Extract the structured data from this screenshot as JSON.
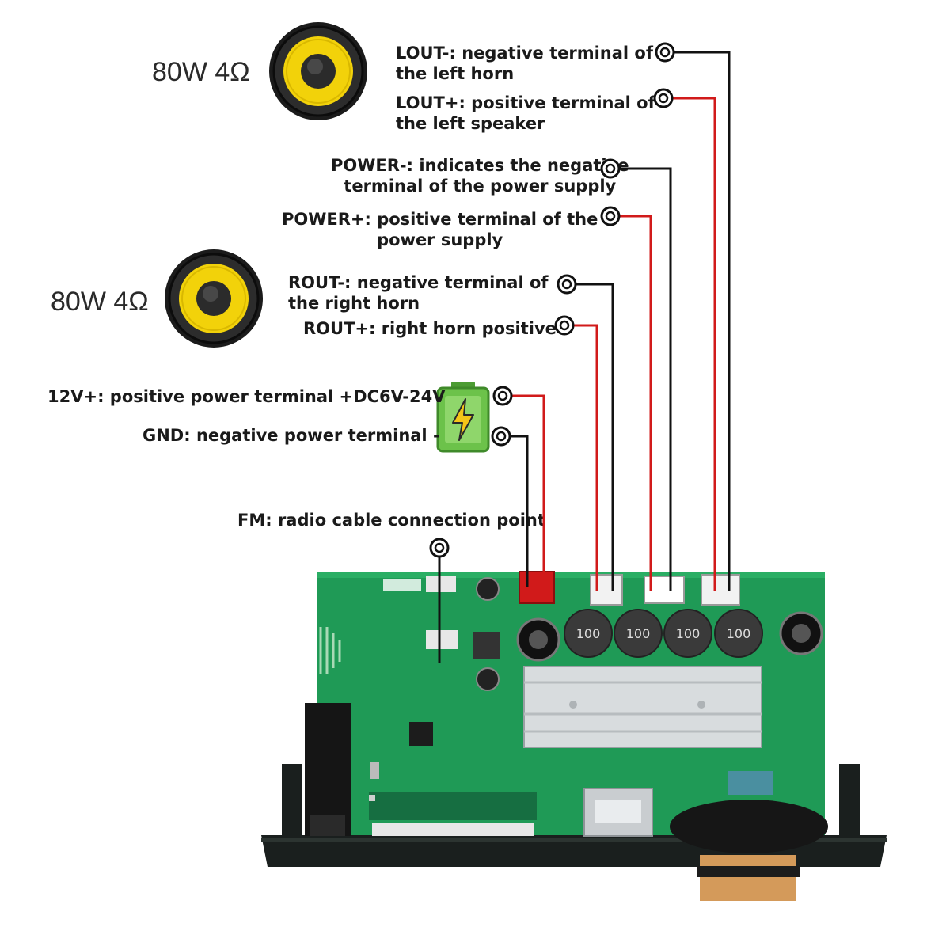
{
  "speakers": [
    {
      "rating": "80W 4Ω",
      "icon": "speaker-icon"
    },
    {
      "rating": "80W 4Ω",
      "icon": "speaker-icon"
    }
  ],
  "labels": {
    "lout_minus": [
      "LOUT-: negative terminal of",
      "the left horn"
    ],
    "lout_plus": [
      "LOUT+: positive terminal of",
      "the left speaker"
    ],
    "power_minus": [
      "POWER-: indicates the negative",
      "terminal of the power supply"
    ],
    "power_plus": [
      "POWER+: positive terminal of the",
      "power supply"
    ],
    "rout_minus": [
      "ROUT-: negative terminal of",
      "the right horn"
    ],
    "rout_plus": "ROUT+: right horn positive",
    "v12_plus": "12V+: positive power terminal +DC6V-24V",
    "gnd": "GND: negative power terminal -",
    "fm": "FM: radio cable connection point"
  },
  "board": {
    "inductor_marking": "100"
  },
  "colors": {
    "board": "#1f9a56",
    "wire_black": "#111111",
    "wire_red": "#d11a1a",
    "speaker_cone": "#f2d20a",
    "battery": "#6cc24a"
  }
}
